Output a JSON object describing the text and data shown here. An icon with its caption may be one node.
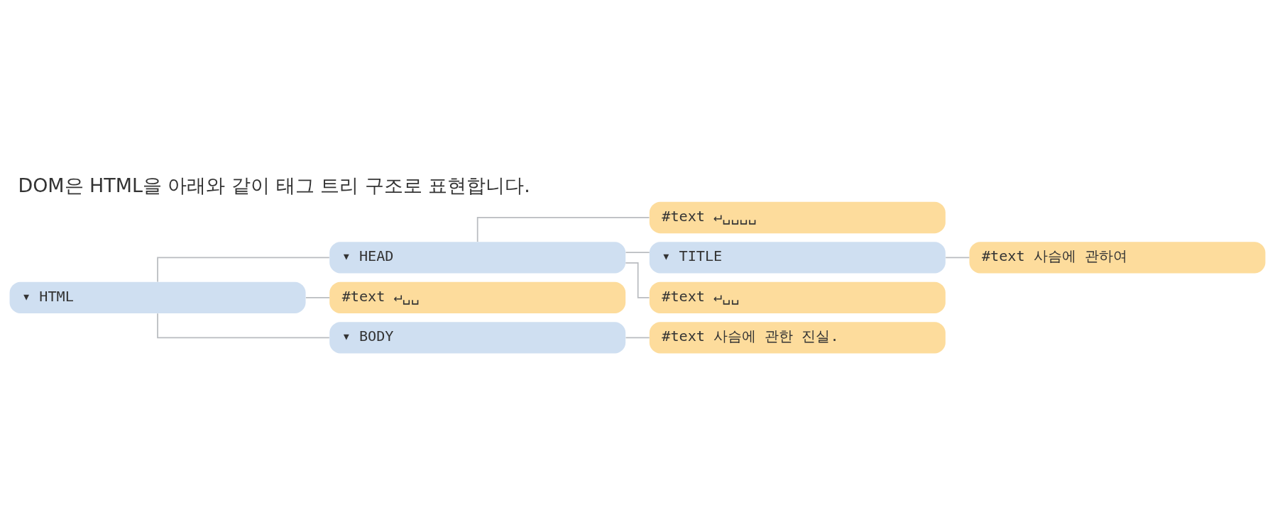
{
  "diagram": {
    "title": "DOM은 HTML을 아래와 같이 태그 트리 구조로 표현합니다.",
    "nodes": [
      {
        "text": [
          "▾ HTML"
        ]
      },
      {
        "text": [
          "▾ HEAD"
        ]
      },
      {
        "text": [
          "#text ↵␣␣␣␣"
        ]
      },
      {
        "text": [
          "▾ TITLE"
        ]
      },
      {
        "text": [
          "#text 사슴에 관하여"
        ]
      },
      {
        "text": [
          "#text ↵␣␣"
        ]
      },
      {
        "text": [
          "#text ↵␣␣"
        ]
      },
      {
        "text": [
          "▾ BODY"
        ]
      },
      {
        "text": [
          "#text 사슴에 관한 진실."
        ]
      }
    ],
    "edges": [
      {
        "from": 0,
        "to": 1,
        "arrow": "none"
      },
      {
        "from": 1,
        "to": 2,
        "arrow": "none"
      },
      {
        "from": 1,
        "to": 3,
        "arrow": "none"
      },
      {
        "from": 3,
        "to": 4,
        "arrow": "none"
      },
      {
        "from": 1,
        "to": 5,
        "arrow": "none"
      },
      {
        "from": 0,
        "to": 6,
        "arrow": "none"
      },
      {
        "from": 0,
        "to": 7,
        "arrow": "none"
      },
      {
        "from": 7,
        "to": 8,
        "arrow": "none"
      }
    ]
  }
}
